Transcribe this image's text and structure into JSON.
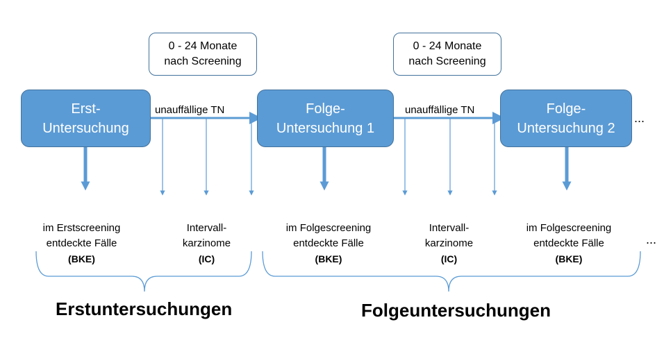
{
  "stages": [
    {
      "line1": "Erst-",
      "line2": "Untersuchung"
    },
    {
      "line1": "Folge-",
      "line2": "Untersuchung 1"
    },
    {
      "line1": "Folge-",
      "line2": "Untersuchung 2"
    }
  ],
  "interval_boxes": [
    {
      "line1": "0 - 24 Monate",
      "line2": "nach Screening"
    },
    {
      "line1": "0 - 24 Monate",
      "line2": "nach Screening"
    }
  ],
  "flow_labels": [
    "unauffällige TN",
    "unauffällige TN"
  ],
  "outcomes": [
    {
      "line1": "im Erstscreening",
      "line2": "entdeckte Fälle",
      "abbr": "(BKE)"
    },
    {
      "line1": "Intervall-",
      "line2": "karzinome",
      "abbr": "(IC)"
    },
    {
      "line1": "im Folgescreening",
      "line2": "entdeckte Fälle",
      "abbr": "(BKE)"
    },
    {
      "line1": "Intervall-",
      "line2": "karzinome",
      "abbr": "(IC)"
    },
    {
      "line1": "im Folgescreening",
      "line2": "entdeckte Fälle",
      "abbr": "(BKE)"
    }
  ],
  "groups": [
    "Erstuntersuchungen",
    "Folgeuntersuchungen"
  ],
  "ellipsis": "...",
  "colors": {
    "stage_fill": "#5b9bd5",
    "stage_border": "#41719c",
    "connector": "#5b9bd5"
  }
}
